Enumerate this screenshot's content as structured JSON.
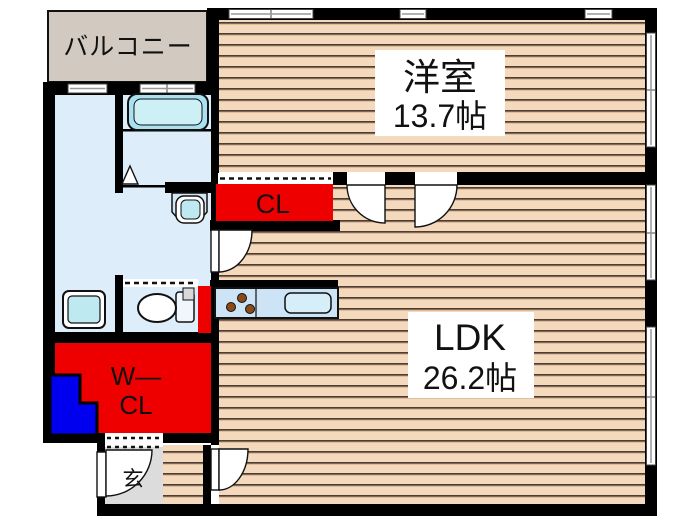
{
  "plan": {
    "balcony_label": "バルコニー",
    "western_room": {
      "name": "洋室",
      "size": "13.7帖"
    },
    "ldk": {
      "name": "LDK",
      "size": "26.2帖"
    },
    "closet_label": "CL",
    "walk_in_closet": {
      "line1": "W—",
      "line2": "CL"
    },
    "entrance_label": "玄"
  },
  "colors": {
    "wall": "#000000",
    "wood_floor": "#f4d9bd",
    "wood_line": "#4e3d33",
    "balcony_fill": "#d2cac1",
    "washroom_fill": "#ddeefa",
    "closet_red": "#ee0000",
    "pipe_space_blue": "#0000ee",
    "entrance_gray": "#dcdcdc",
    "kitchen_counter": "#cde4f6",
    "bathtub_cyan": "#a9e2ee",
    "fixture_cyan": "#bfe9f1",
    "window_fill": "#ffffff"
  }
}
